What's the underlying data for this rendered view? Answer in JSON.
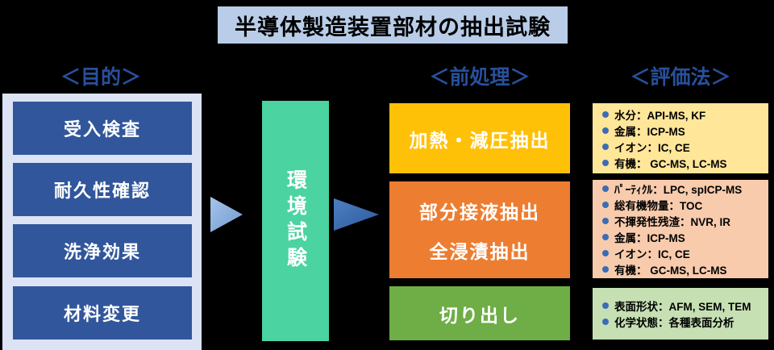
{
  "title": "半導体製造装置部材の抽出試験",
  "colors": {
    "background": "#000000",
    "title_bg": "#b9cde9",
    "header_text": "#27509b",
    "purpose_panel_bg": "#dbe3f4",
    "purpose_box_bg": "#31569b",
    "environment_box_bg": "#4bd3a2",
    "arrow_left": "#8fb4e3",
    "arrow_right": "#3a6cb0",
    "heating_box_bg": "#ffc008",
    "immersion_box_bg": "#ed7d31",
    "cutting_box_bg": "#6fad47",
    "eval_panel_gold_bg": "#ffe699",
    "eval_panel_peach_bg": "#f8cbad",
    "eval_panel_green_bg": "#c6e0b4",
    "bullet": "#3b6cb5",
    "box_text": "#ffffff",
    "eval_text": "#000000"
  },
  "purpose": {
    "header": "＜目的＞",
    "items": [
      "受入検査",
      "耐久性確認",
      "洗浄効果",
      "材料変更"
    ]
  },
  "process": {
    "label": "環境試験"
  },
  "pretreatment": {
    "header": "＜前処理＞",
    "boxes": [
      {
        "lines": [
          "加熱・減圧抽出"
        ]
      },
      {
        "lines": [
          "部分接液抽出",
          "全浸漬抽出"
        ]
      },
      {
        "lines": [
          "切り出し"
        ]
      }
    ]
  },
  "evaluation": {
    "header": "＜評価法＞",
    "panels": [
      {
        "items": [
          "水分：API-MS, KF",
          "金属：ICP-MS",
          "イオン：IC, CE",
          "有機： GC-MS, LC-MS"
        ]
      },
      {
        "items": [
          "ﾊﾟｰﾃｨｸﾙ：LPC, spICP-MS",
          "総有機物量：TOC",
          "不揮発性残渣：NVR, IR",
          "金属：ICP-MS",
          "イオン：IC, CE",
          "有機： GC-MS, LC-MS"
        ]
      },
      {
        "items": [
          "表面形状：AFM, SEM, TEM",
          "化学状態：各種表面分析"
        ]
      }
    ]
  }
}
